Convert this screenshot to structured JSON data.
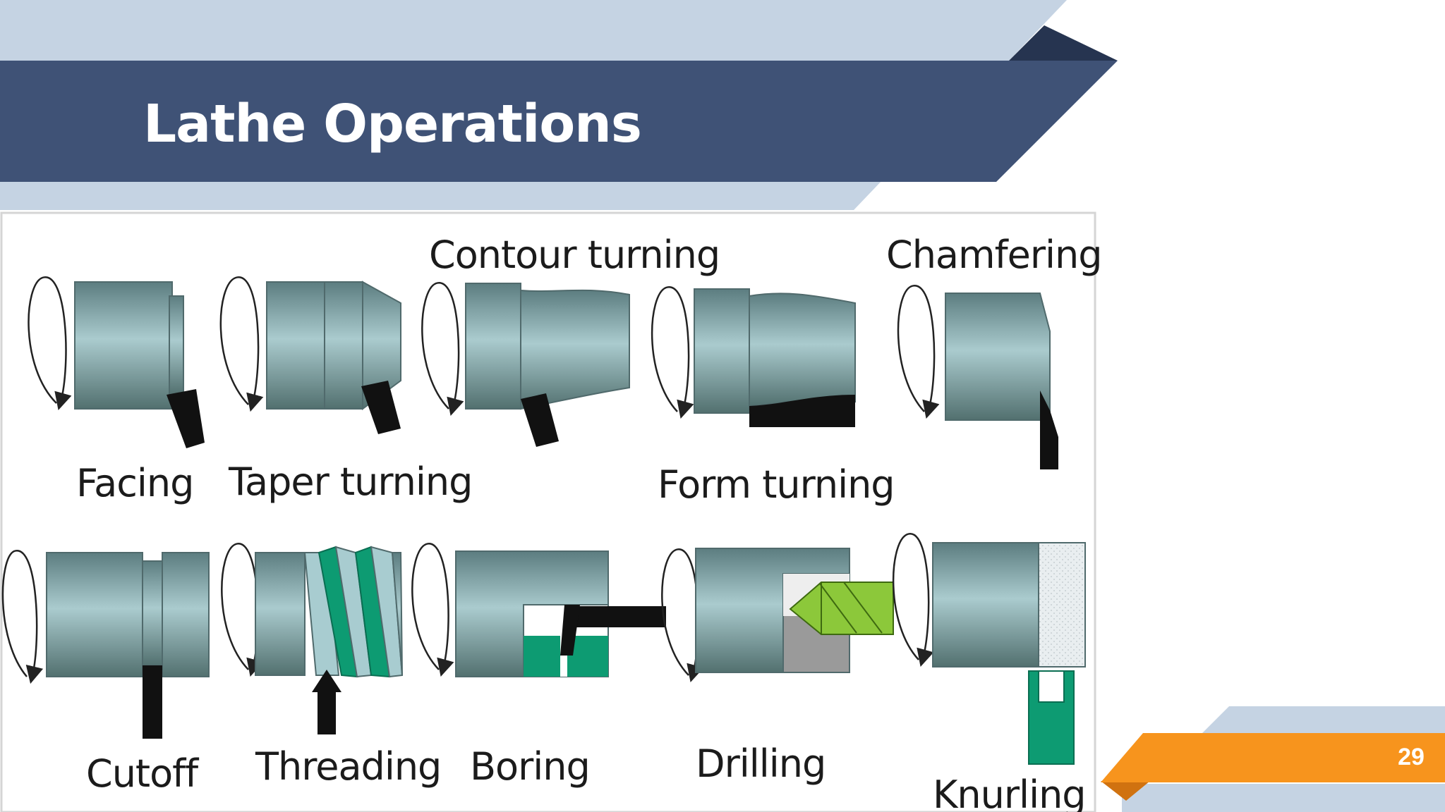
{
  "slide": {
    "title": "Lathe Operations",
    "page_number": "29"
  },
  "theme": {
    "header_band": "#3f5276",
    "header_band_light": "#c5d3e3",
    "header_dark_tip": "#263450",
    "footer_accent": "#f7941d",
    "footer_accent_dark": "#d07210",
    "footer_light": "#c5d3e3"
  },
  "diagram": {
    "workpiece_colors": [
      "#5c7d80",
      "#a8c9cc"
    ],
    "tool_color": "#111111",
    "fill_green": "#0d9b72",
    "drill_green": "#8cc83a",
    "operations": [
      {
        "id": "facing",
        "label": "Facing"
      },
      {
        "id": "taper-turning",
        "label": "Taper turning"
      },
      {
        "id": "contour-turning",
        "label": "Contour turning"
      },
      {
        "id": "form-turning",
        "label": "Form turning"
      },
      {
        "id": "chamfering",
        "label": "Chamfering"
      },
      {
        "id": "cutoff",
        "label": "Cutoff"
      },
      {
        "id": "threading",
        "label": "Threading"
      },
      {
        "id": "boring",
        "label": "Boring"
      },
      {
        "id": "drilling",
        "label": "Drilling"
      },
      {
        "id": "knurling",
        "label": "Knurling"
      }
    ]
  }
}
